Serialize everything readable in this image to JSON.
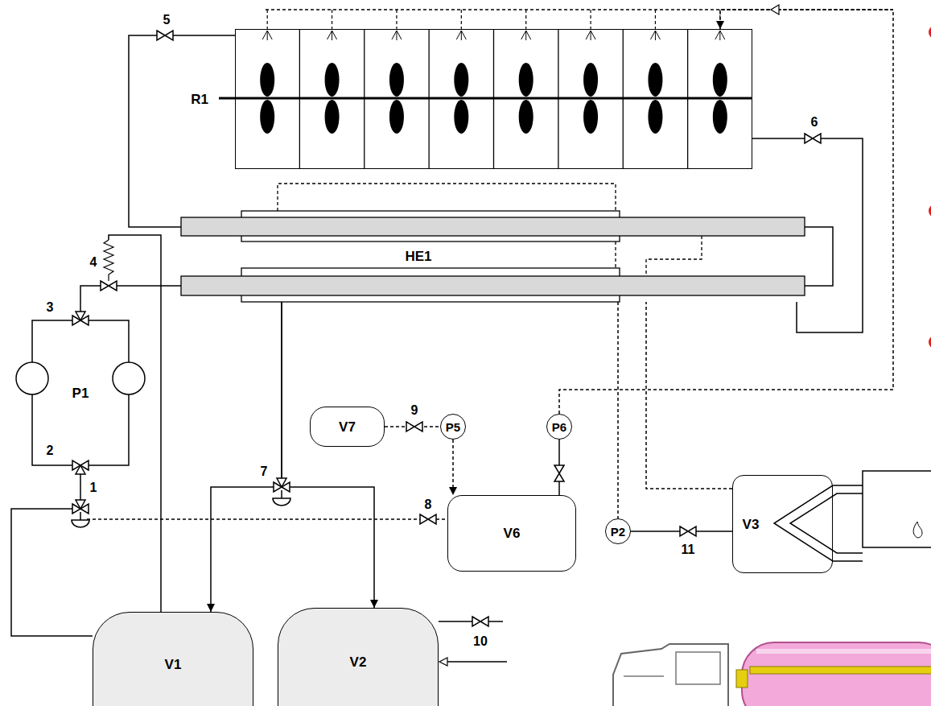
{
  "diagram": {
    "nodes": [
      {
        "text": [
          "R1"
        ]
      },
      {
        "text": [
          "HE1"
        ]
      },
      {
        "text": [
          "P1"
        ]
      },
      {
        "text": [
          "V1"
        ]
      },
      {
        "text": [
          "V2"
        ]
      },
      {
        "text": [
          "V6"
        ]
      },
      {
        "text": [
          "V7"
        ]
      },
      {
        "text": [
          "P5"
        ]
      },
      {
        "text": [
          "P6"
        ]
      },
      {
        "text": [
          "P2"
        ]
      },
      {
        "text": [
          "V3"
        ]
      }
    ],
    "edges": [
      {
        "from": 6,
        "to": 7,
        "arrow": "none"
      },
      {
        "from": 7,
        "to": 5,
        "arrow": "to"
      },
      {
        "from": 5,
        "to": 8,
        "arrow": "none"
      },
      {
        "from": 8,
        "to": 0,
        "arrow": "to"
      },
      {
        "from": 3,
        "to": 2,
        "arrow": "to"
      },
      {
        "from": 2,
        "to": 1,
        "arrow": "none"
      },
      {
        "from": 1,
        "to": 0,
        "arrow": "none"
      },
      {
        "from": 0,
        "to": 1,
        "arrow": "none"
      },
      {
        "from": 1,
        "to": 3,
        "arrow": "to"
      },
      {
        "from": 1,
        "to": 4,
        "arrow": "to"
      },
      {
        "from": 1,
        "to": 9,
        "arrow": "none"
      },
      {
        "from": 9,
        "to": 10,
        "arrow": "none"
      },
      {
        "from": 10,
        "to": 1,
        "arrow": "none"
      }
    ],
    "labels": [
      "5",
      "6",
      "4",
      "3",
      "2",
      "1",
      "7",
      "8",
      "9",
      "10",
      "11"
    ]
  }
}
